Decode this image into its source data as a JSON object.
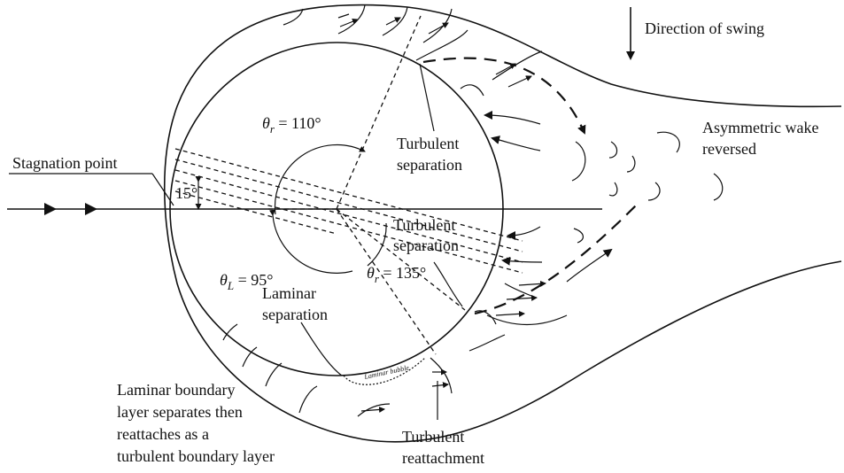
{
  "labels": {
    "direction_of_swing": "Direction of swing",
    "asymmetric_wake_line1": "Asymmetric wake",
    "asymmetric_wake_line2": "reversed",
    "stagnation_point": "Stagnation point",
    "turbulent_separation_top_line1": "Turbulent",
    "turbulent_separation_top_line2": "separation",
    "turbulent_separation_bottom_line1": "Turbulent",
    "turbulent_separation_bottom_line2": "separation",
    "laminar_separation_line1": "Laminar",
    "laminar_separation_line2": "separation",
    "laminar_boundary_line1": "Laminar boundary",
    "laminar_boundary_line2": "layer separates then",
    "laminar_boundary_line3": "reattaches as a",
    "laminar_boundary_line4": "turbulent boundary layer",
    "turbulent_reattachment_line1": "Turbulent",
    "turbulent_reattachment_line2": "reattachment",
    "laminar_bubble": "Laminar bubble",
    "angle_15": "15°",
    "theta_r_110_symbol": "θ",
    "theta_r_110_sub": "r",
    "theta_r_110_value": " = 110°",
    "theta_l_95_symbol": "θ",
    "theta_l_95_sub": "L",
    "theta_l_95_value": " = 95°",
    "theta_r_135_symbol": "θ",
    "theta_r_135_sub": "r",
    "theta_r_135_value": " = 135°"
  }
}
